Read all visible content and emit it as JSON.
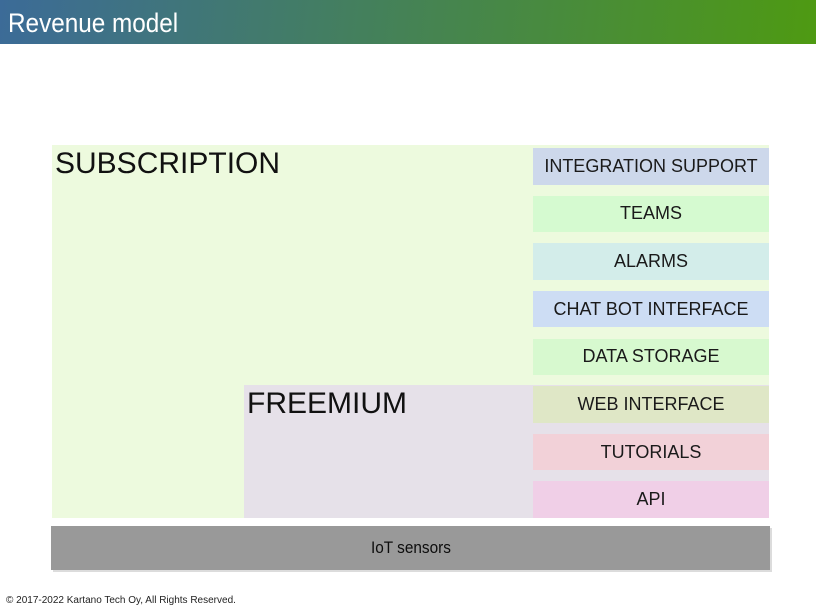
{
  "header": {
    "title": "Revenue model",
    "gradient_left": "#3c6b98",
    "gradient_right": "#4e9a12",
    "text_color": "#ffffff"
  },
  "diagram": {
    "areas": {
      "subscription": {
        "label": "SUBSCRIPTION",
        "color": "#edfade"
      },
      "freemium": {
        "label": "FREEMIUM",
        "color": "#e6e1e9"
      }
    },
    "features": [
      {
        "label": "INTEGRATION SUPPORT",
        "color": "#cdd8eb"
      },
      {
        "label": "TEAMS",
        "color": "#d5fad0"
      },
      {
        "label": "ALARMS",
        "color": "#d3edea"
      },
      {
        "label": "CHAT BOT INTERFACE",
        "color": "#cdddf4"
      },
      {
        "label": "DATA STORAGE",
        "color": "#d7f9cf"
      },
      {
        "label": "WEB INTERFACE",
        "color": "#dfe7c6"
      },
      {
        "label": "TUTORIALS",
        "color": "#f2d1d8"
      },
      {
        "label": "API",
        "color": "#f0cfe7"
      }
    ],
    "base_bar": {
      "label": "IoT sensors",
      "color": "#999999"
    }
  },
  "footer": {
    "copyright": "© 2017-2022 Kartano Tech Oy, All Rights Reserved."
  }
}
